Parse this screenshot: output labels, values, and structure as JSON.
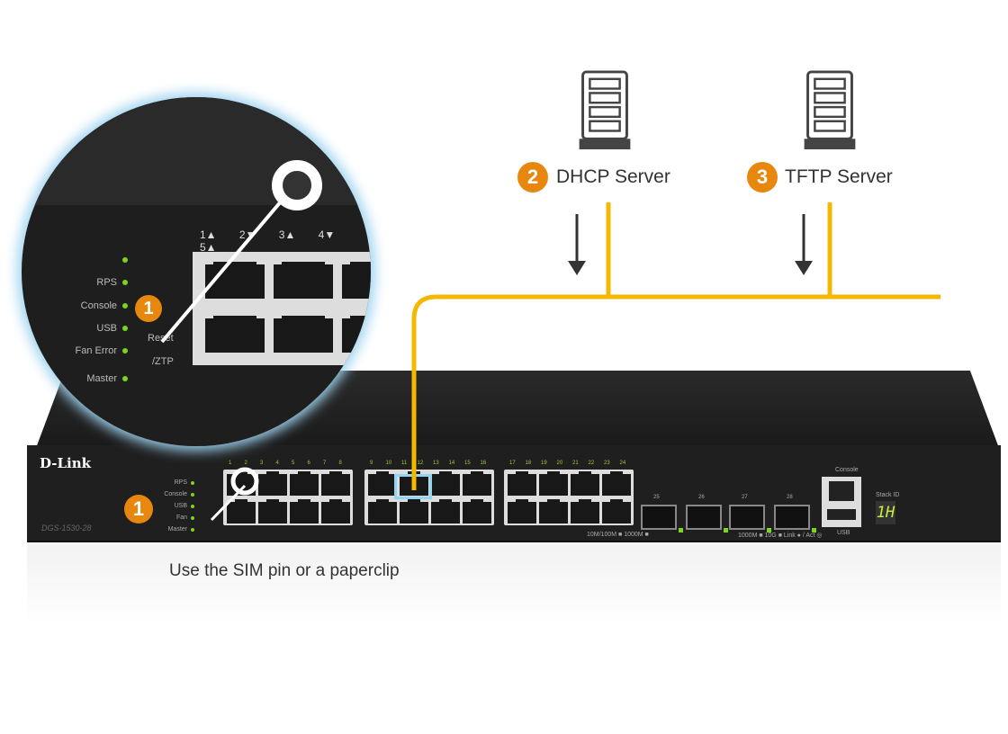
{
  "brand": "D-Link",
  "model": "DGS-1530-28",
  "magnifier": {
    "leds": [
      "RPS",
      "Console",
      "USB",
      "Fan Error",
      "Master"
    ],
    "reset_label": "Reset",
    "ztp_label": "/ZTP",
    "ports": [
      "1",
      "2",
      "3",
      "4",
      "5"
    ]
  },
  "panel_leds": [
    "RPS",
    "Console",
    "USB",
    "Fan",
    "Master"
  ],
  "ports_top": [
    [
      "1",
      "2",
      "3",
      "4",
      "5",
      "6",
      "7",
      "8"
    ],
    [
      "9",
      "10",
      "11",
      "12",
      "13",
      "14",
      "15",
      "16"
    ],
    [
      "17",
      "18",
      "19",
      "20",
      "21",
      "22",
      "23",
      "24"
    ]
  ],
  "sfp_ports": [
    "25",
    "26",
    "27",
    "28"
  ],
  "console_label": "Console",
  "usb_label": "USB",
  "stack_id_label": "Stack ID",
  "stack_id_value": "1H",
  "legend_1": "10M/100M ■ 1000M ■",
  "legend_2": "1000M ■ 10G ■  Link ● / Act ◎",
  "steps": [
    {
      "number": "1",
      "label": "Use the SIM pin or a paperclip"
    },
    {
      "number": "2",
      "label": "DHCP Server"
    },
    {
      "number": "3",
      "label": "TFTP Server"
    }
  ],
  "colors": {
    "accent": "#e8870e",
    "cable": "#f5b800",
    "highlight": "#8fd6f2",
    "led": "#7ed321"
  }
}
